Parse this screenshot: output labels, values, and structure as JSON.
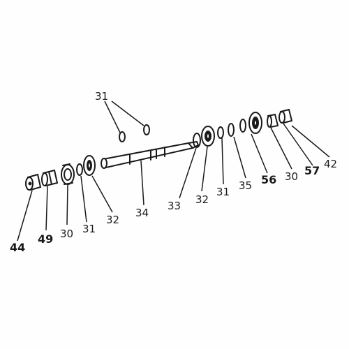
{
  "labels": {
    "l31_top": "31",
    "l44": "44",
    "l49": "49",
    "l30_left": "30",
    "l31_left": "31",
    "l32_left": "32",
    "l34": "34",
    "l33": "33",
    "l32_right": "32",
    "l31_right": "31",
    "l35": "35",
    "l56": "56",
    "l30_right": "30",
    "l57": "57",
    "l42": "42"
  }
}
